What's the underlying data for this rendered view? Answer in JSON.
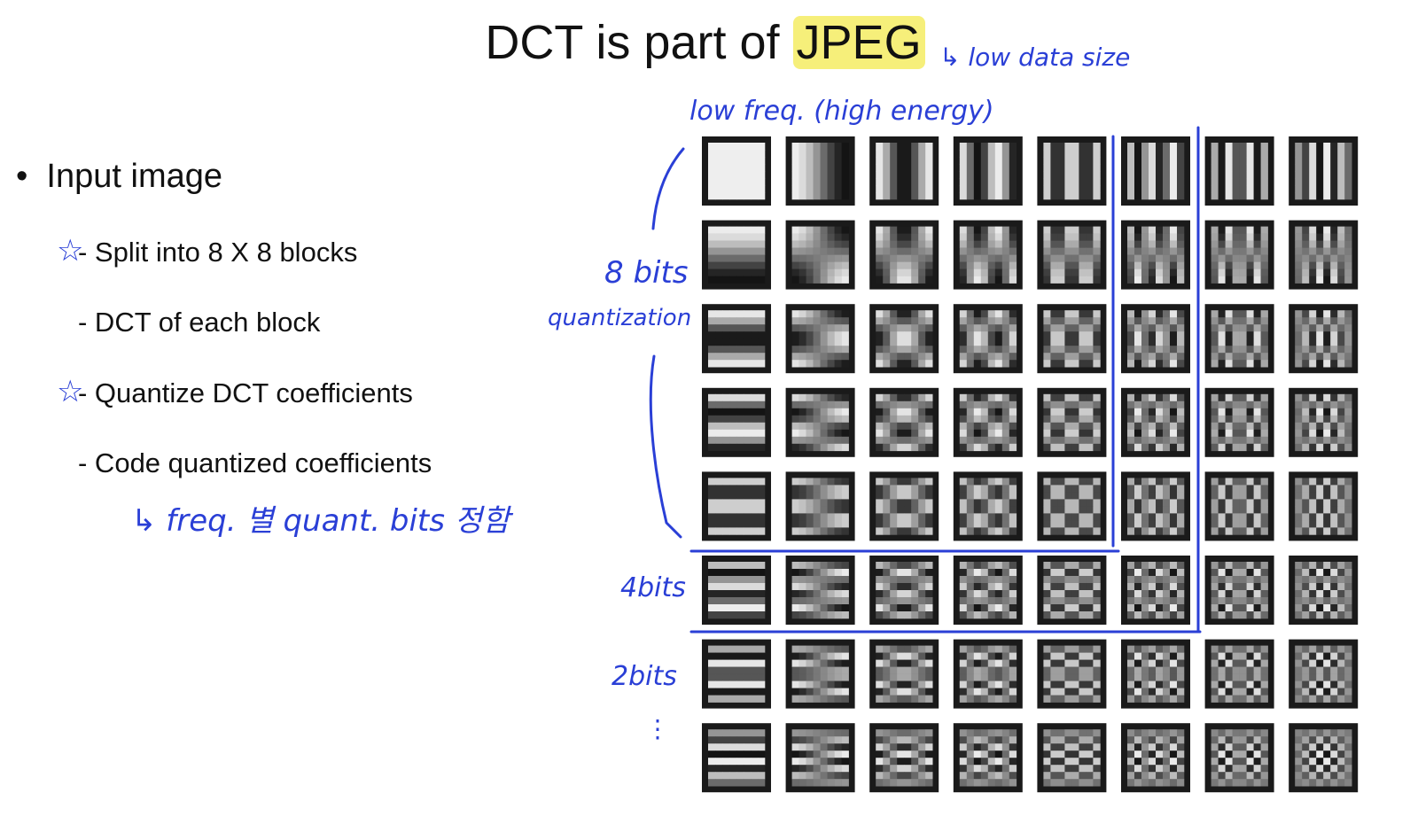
{
  "slide": {
    "title_prefix": "DCT is part of",
    "title_highlight": "JPEG",
    "bullet": "Input image",
    "sub_items": [
      "- Split into 8 X 8 blocks",
      "- DCT of each block",
      "- Quantize DCT coefficients",
      "- Code quantized coefficients"
    ],
    "star_symbol": "☆"
  },
  "annotations": {
    "jpeg_note": "↳ low data size",
    "top_note": "low freq. (high energy)",
    "bits8": "8 bits",
    "quantization": "quantization",
    "bits4": "4bits",
    "bits2": "2bits",
    "ellipsis": "⋮",
    "bottom_note": "↳ freq. 별 quant. bits 정함"
  },
  "figure": {
    "grid_rows": 8,
    "grid_cols": 8,
    "line_color": "#2a3fd6",
    "highlight_color": "#f6ef7a"
  }
}
